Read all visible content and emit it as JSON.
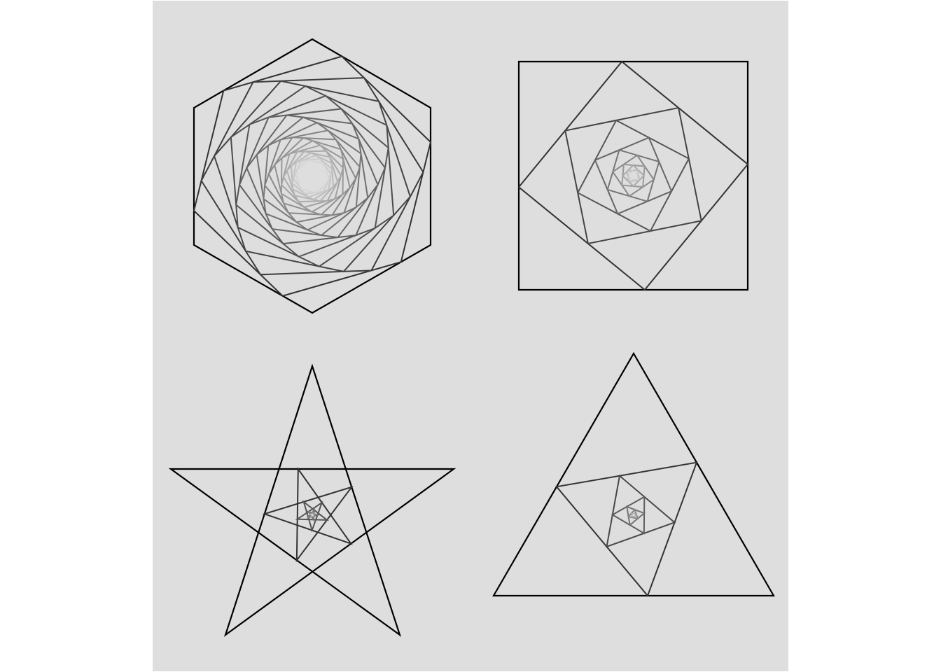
{
  "colors": {
    "page_background": "#ffffff",
    "panel_background": "#dedede",
    "outer_stroke": "#000000",
    "inner_stroke_start": "#333333",
    "inner_stroke_end": "#dddddd"
  },
  "figures": [
    {
      "name": "hexagon-spiral",
      "shape": "hexagon",
      "sides": 6,
      "nested_layers": 22,
      "twist_fraction": 0.25
    },
    {
      "name": "square-spiral",
      "shape": "square",
      "sides": 4,
      "nested_layers": 12,
      "twist_fraction": 0.45
    },
    {
      "name": "star-spiral",
      "shape": "pentagram",
      "sides": 5,
      "nested_layers": 7,
      "twist_fraction": 0.45
    },
    {
      "name": "triangle-spiral",
      "shape": "triangle",
      "sides": 3,
      "nested_layers": 10,
      "twist_fraction": 0.45
    }
  ]
}
